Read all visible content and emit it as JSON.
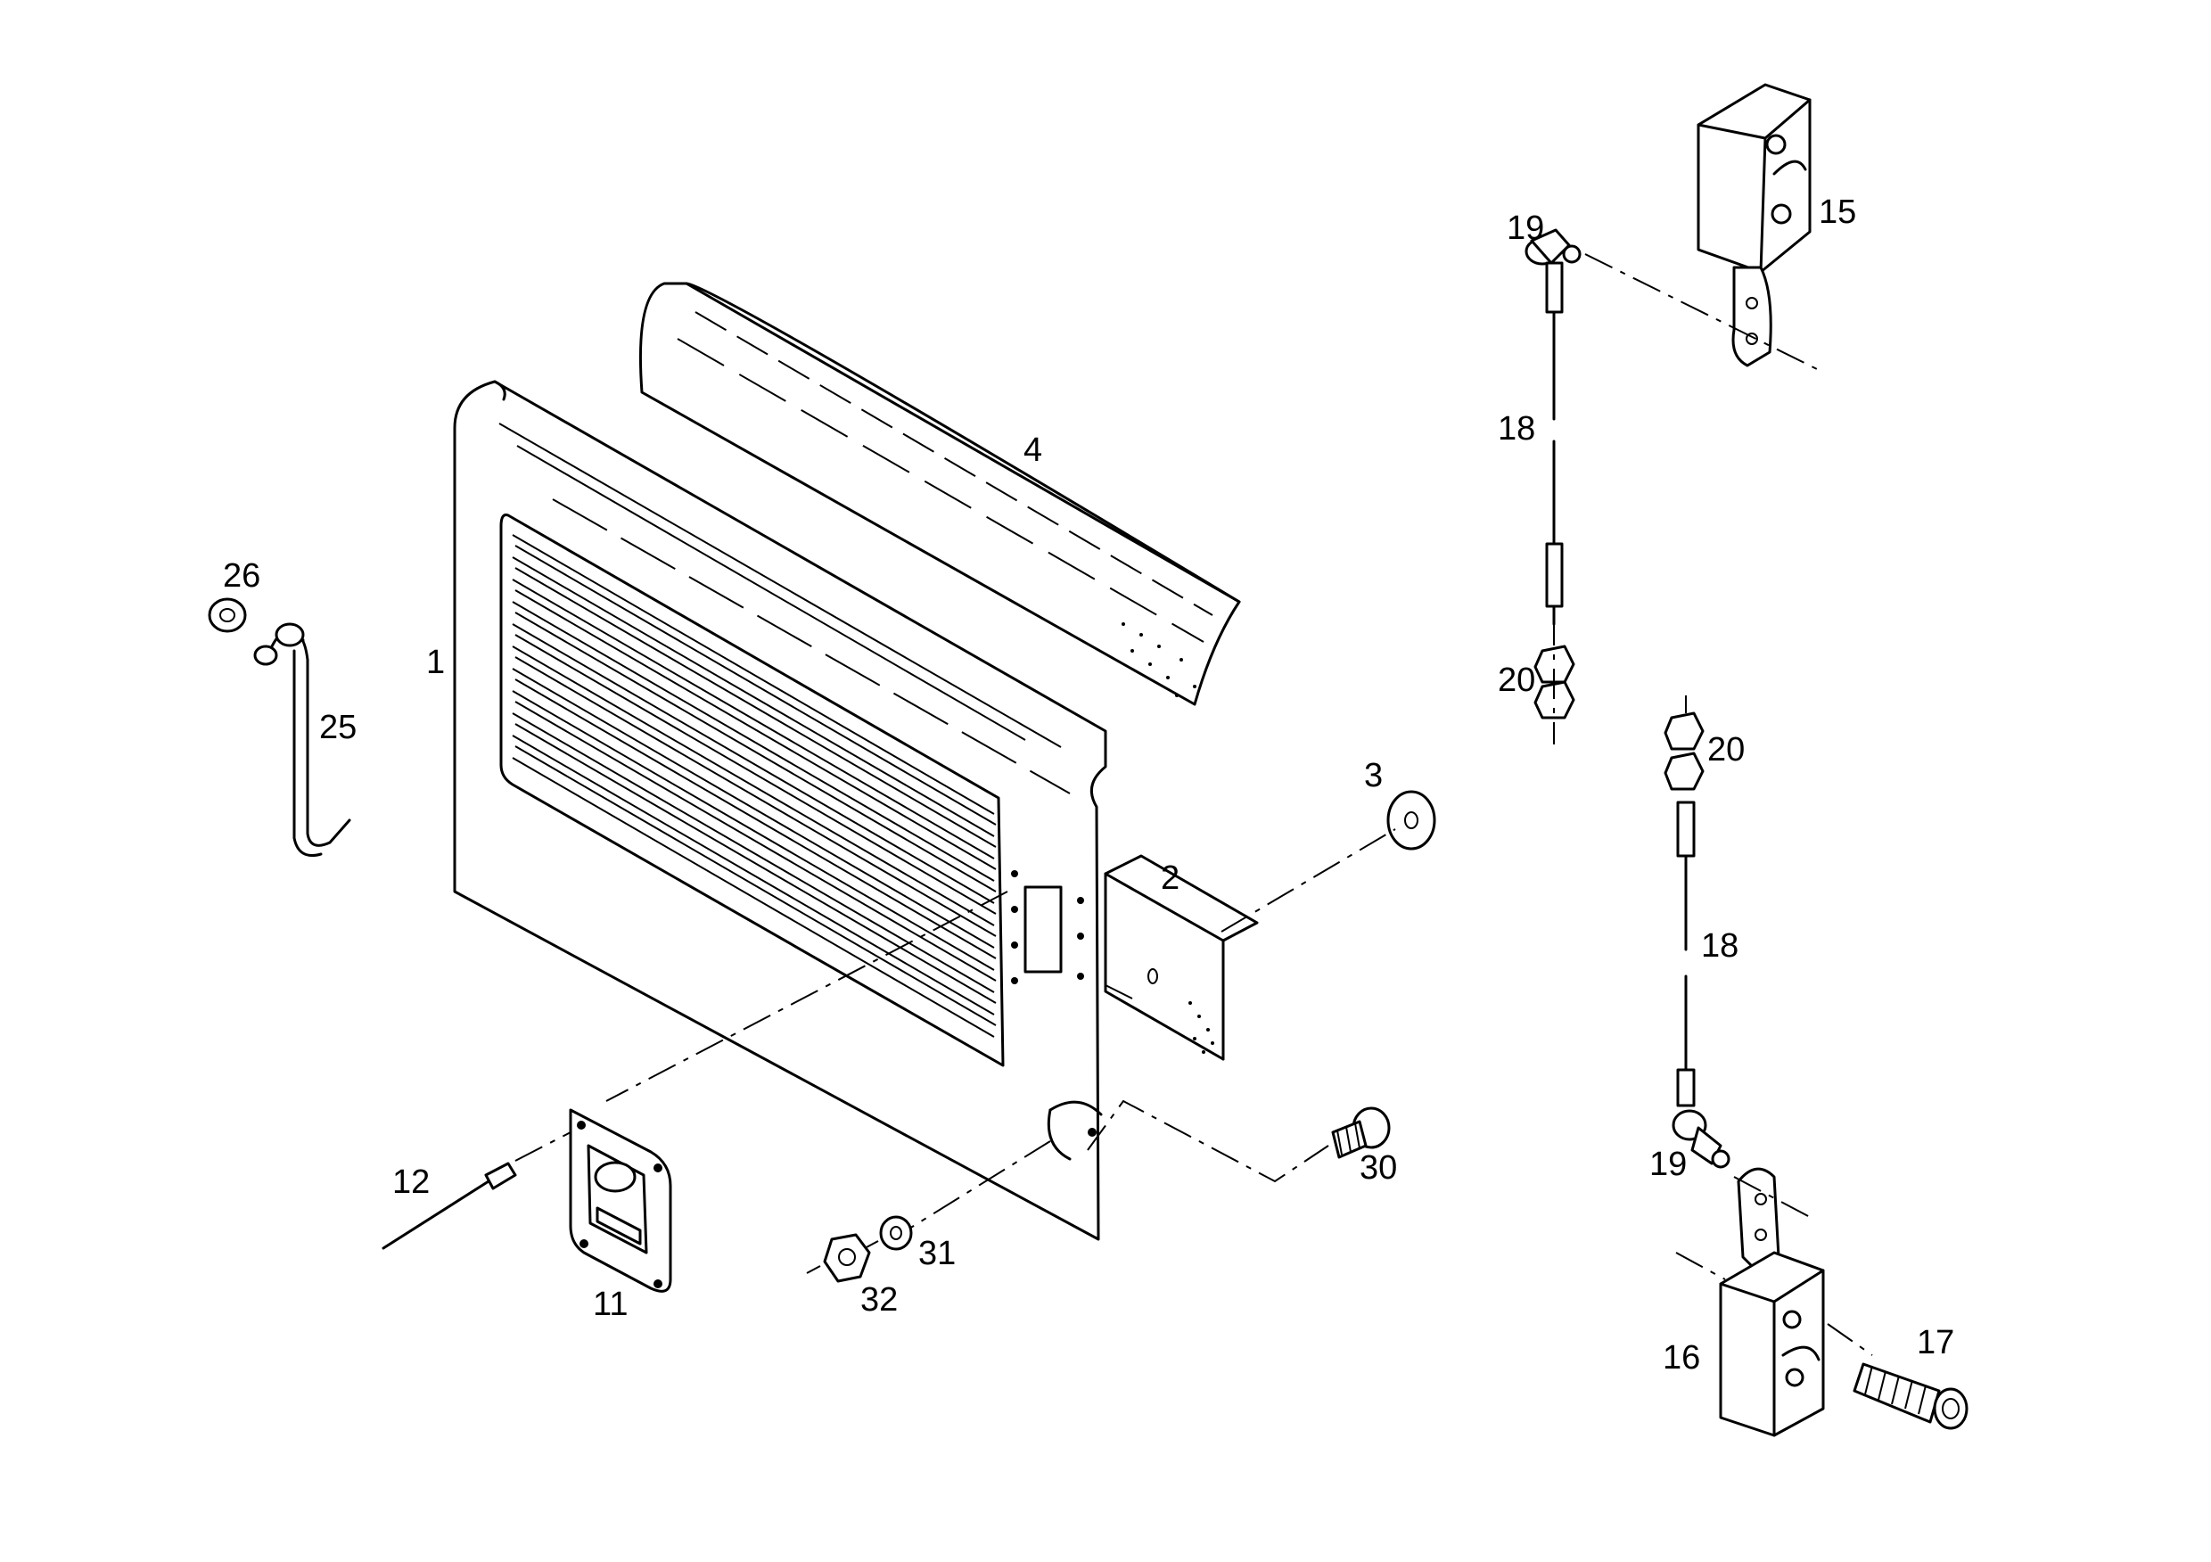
{
  "diagram": {
    "type": "exploded-parts-view",
    "callouts": [
      {
        "id": "1",
        "text": "1"
      },
      {
        "id": "2",
        "text": "2"
      },
      {
        "id": "3",
        "text": "3"
      },
      {
        "id": "4",
        "text": "4"
      },
      {
        "id": "11",
        "text": "11"
      },
      {
        "id": "12",
        "text": "12"
      },
      {
        "id": "15",
        "text": "15"
      },
      {
        "id": "16",
        "text": "16"
      },
      {
        "id": "17",
        "text": "17"
      },
      {
        "id": "18a",
        "text": "18"
      },
      {
        "id": "18b",
        "text": "18"
      },
      {
        "id": "19a",
        "text": "19"
      },
      {
        "id": "19b",
        "text": "19"
      },
      {
        "id": "20a",
        "text": "20"
      },
      {
        "id": "20b",
        "text": "20"
      },
      {
        "id": "25",
        "text": "25"
      },
      {
        "id": "26",
        "text": "26"
      },
      {
        "id": "30",
        "text": "30"
      },
      {
        "id": "31",
        "text": "31"
      },
      {
        "id": "32",
        "text": "32"
      }
    ]
  }
}
